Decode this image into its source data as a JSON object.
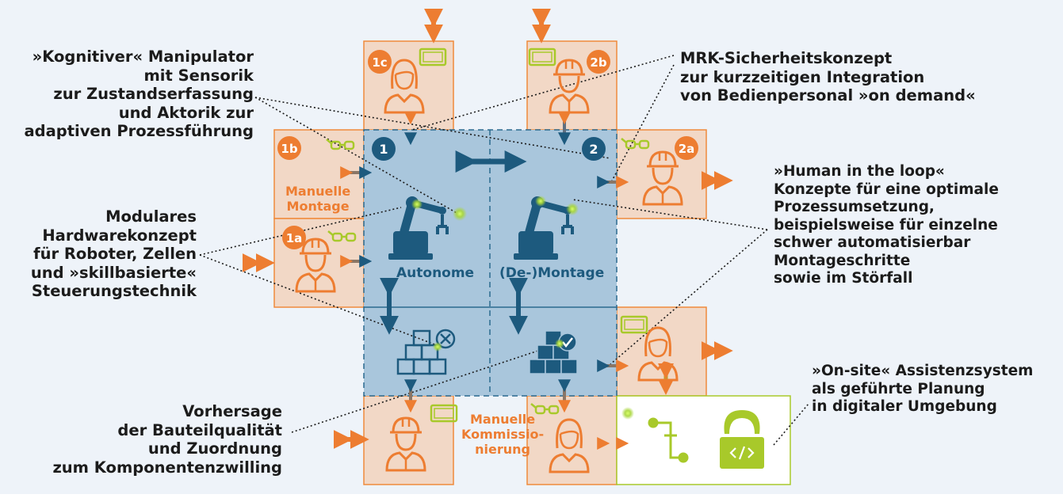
{
  "colors": {
    "background": "#eef3f9",
    "manual_zone_fill": "#f2d8c6",
    "manual_zone_border": "#ef8a3c",
    "autonomous_fill": "#a9c6dc",
    "autonomous_border": "#2b6a8f",
    "accent_orange": "#ed7d31",
    "accent_blue": "#1d5a7e",
    "accent_green": "#a8c92a",
    "digital_zone_border": "#a8c92a",
    "text": "#1b1b1b"
  },
  "cells": {
    "c1": {
      "badge": "1",
      "label": "Autonome"
    },
    "c2": {
      "badge": "2",
      "label": "(De-)Montage"
    }
  },
  "zones": {
    "z1a": {
      "badge": "1a"
    },
    "z1b": {
      "badge": "1b"
    },
    "z1c": {
      "badge": "1c"
    },
    "z2a": {
      "badge": "2a"
    },
    "z2b": {
      "badge": "2b"
    },
    "montage_label": "Manuelle\nMontage",
    "kommissionierung_label": "Manuelle\nKommissio-\nnierung"
  },
  "annotations": {
    "kognitiver": "»Kognitiver« Manipulator\nmit Sensorik\nzur Zustandserfassung\nund Aktorik zur\nadaptiven Prozessführung",
    "modulares": "Modulares\nHardwarekonzept\nfür Roboter, Zellen\nund »skillbasierte«\nSteuerungstechnik",
    "vorhersage": "Vorhersage\nder Bauteilqualität\nund Zuordnung\nzum Komponentenzwilling",
    "mrk": "MRK-Sicherheitskonzept\nzur kurzzeitigen Integration\nvon Bedienpersonal »on demand«",
    "human": "»Human in the loop«\nKonzepte für eine optimale\nProzessumsetzung,\nbeispielsweise für einzelne\nschwer automatisierbar\nMontageschritte\nsowie im Störfall",
    "onsite": "»On-site« Assistenzsystem\nals geführte Planung\nin digitaler Umgebung"
  },
  "icons": [
    "robot-arm-icon",
    "worker-helmet-icon",
    "worker-female-icon",
    "ar-glasses-icon",
    "tablet-icon",
    "boxes-cross-icon",
    "boxes-check-icon",
    "network-icon",
    "programmer-icon",
    "bidirectional-arrow-icon"
  ]
}
